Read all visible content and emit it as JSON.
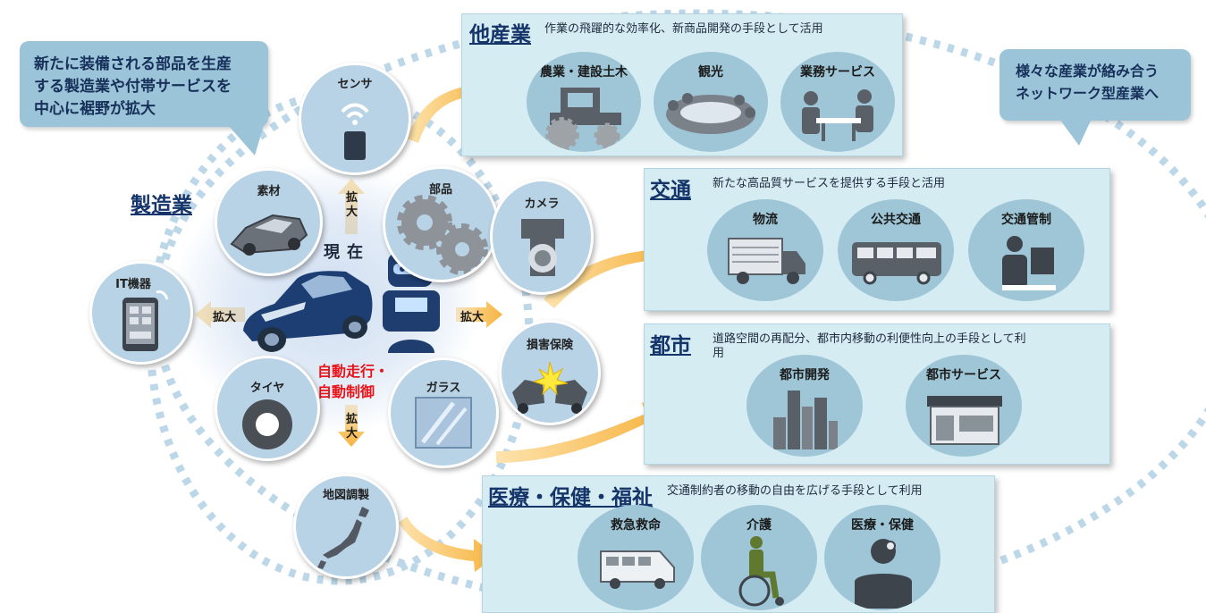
{
  "bubbles": {
    "left_lines": [
      "新たに装備される部品を生産",
      "する製造業や付帯サービスを",
      "中心に裾野が拡大"
    ],
    "right_lines": [
      "様々な産業が絡み合う",
      "ネットワーク型産業へ"
    ]
  },
  "center": {
    "manufacturing": "製造業",
    "now": "現在",
    "autonomous_lines": [
      "自動走行・",
      "自動制御"
    ],
    "expand": "拡大",
    "expand_v": [
      "拡",
      "大"
    ]
  },
  "parts": {
    "sensor": "センサ",
    "material": "素材",
    "parts": "部品",
    "camera": "カメラ",
    "it": "IT機器",
    "insurance": "損害保険",
    "tire": "タイヤ",
    "glass": "ガラス",
    "map": "地図調製"
  },
  "panels": {
    "other": {
      "title": "他産業",
      "desc": "作業の飛躍的な効率化、新商品開発の手段として活用",
      "items": [
        "農業・建設土木",
        "観光",
        "業務サービス"
      ]
    },
    "traffic": {
      "title": "交通",
      "desc": "新たな高品質サービスを提供する手段と活用",
      "items": [
        "物流",
        "公共交通",
        "交通管制"
      ]
    },
    "city": {
      "title": "都市",
      "desc_lines": [
        "道路空間の再配分、都市内移動の利便性向上の手段として利",
        "用"
      ],
      "items": [
        "都市開発",
        "都市サービス"
      ]
    },
    "medical": {
      "title": "医療・保健・福祉",
      "desc": "交通制約者の移動の自由を広げる手段として利用",
      "items": [
        "救急救命",
        "介護",
        "医療・保健"
      ]
    }
  },
  "colors": {
    "accent_navy": "#15346a",
    "panel_bg": "#d6ecf3",
    "bubble_bg": "#9cc4d8",
    "arrow_orange": "#f8b94a",
    "highlight_red": "#e8141a"
  }
}
